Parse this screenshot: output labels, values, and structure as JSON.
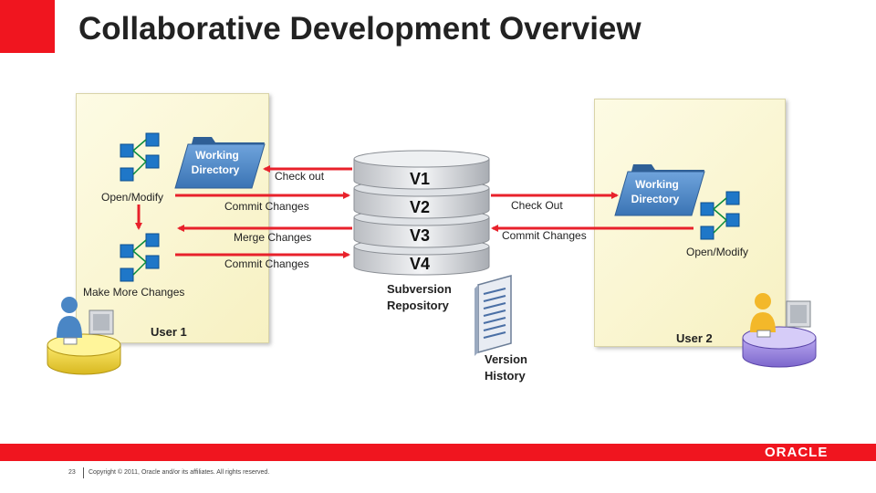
{
  "slide": {
    "title": "Collaborative Development Overview",
    "page_number": "23",
    "copyright": "Copyright © 2011, Oracle and/or its affiliates. All rights reserved.",
    "logo_text": "ORACLE"
  },
  "user1": {
    "name": "User 1",
    "folder_label_line1": "Working",
    "folder_label_line2": "Directory",
    "open_modify": "Open/Modify",
    "make_more_changes": "Make More Changes"
  },
  "user2": {
    "name": "User 2",
    "folder_label_line1": "Working",
    "folder_label_line2": "Directory",
    "open_modify": "Open/Modify"
  },
  "repository": {
    "versions": [
      "V1",
      "V2",
      "V3",
      "V4"
    ],
    "label_line1": "Subversion",
    "label_line2": "Repository",
    "history_line1": "Version",
    "history_line2": "History"
  },
  "arrows": {
    "check_out_user1": "Check out",
    "commit_changes_1": "Commit Changes",
    "merge_changes": "Merge Changes",
    "commit_changes_2": "Commit Changes",
    "check_out_user2": "Check Out",
    "commit_changes_user2": "Commit Changes"
  },
  "colors": {
    "accent_red": "#f0151f",
    "arrow_red": "#e8212b",
    "panel_yellow": "#f7f1c2",
    "folder_blue": "#4a86c5",
    "node_blue": "#1f77c8"
  }
}
